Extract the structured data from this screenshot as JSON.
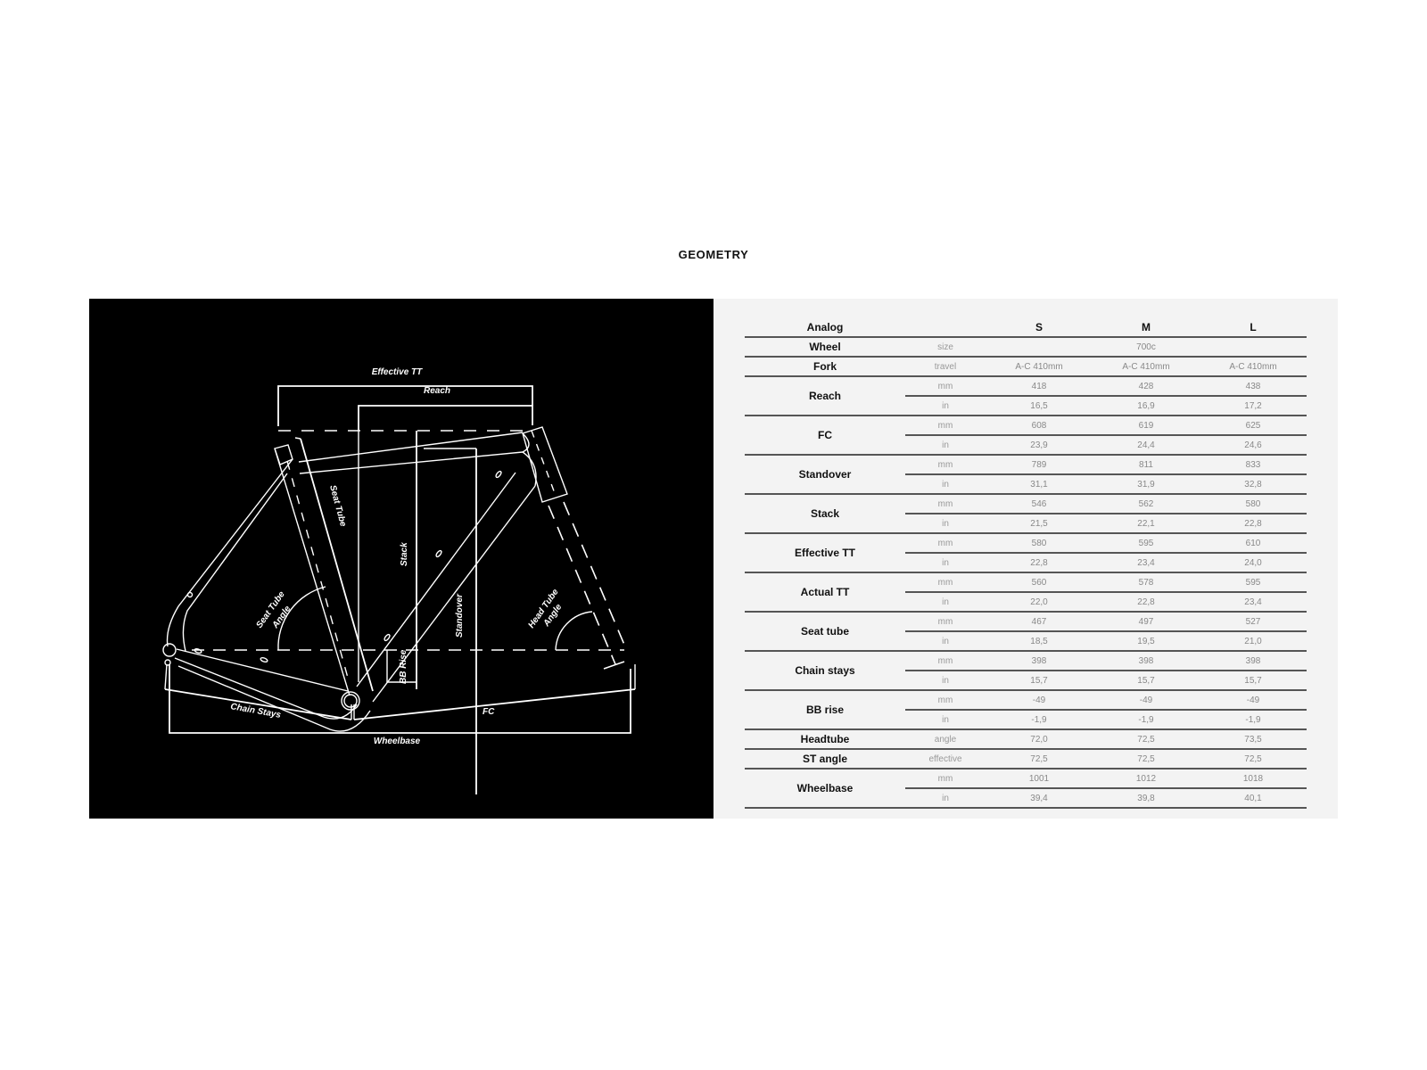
{
  "page": {
    "title": "GEOMETRY"
  },
  "diagram": {
    "labels": {
      "effective_tt": "Effective TT",
      "reach": "Reach",
      "seat_tube": "Seat Tube",
      "stack": "Stack",
      "standover": "Standover",
      "seat_tube_angle_1": "Seat Tube",
      "seat_tube_angle_2": "Angle",
      "head_tube_angle_1": "Head Tube",
      "head_tube_angle_2": "Angle",
      "bb_rise": "BB Rise",
      "chain_stays": "Chain Stays",
      "fc": "FC",
      "wheelbase": "Wheelbase"
    }
  },
  "table": {
    "header": {
      "label": "Analog",
      "unit": "",
      "sizes": [
        "S",
        "M",
        "L"
      ]
    },
    "wheel": {
      "label": "Wheel",
      "unit": "size",
      "value": "700c"
    },
    "fork": {
      "label": "Fork",
      "unit": "travel",
      "values": [
        "A-C 410mm",
        "A-C 410mm",
        "A-C 410mm"
      ]
    },
    "rows": [
      {
        "label": "Reach",
        "mm": [
          "418",
          "428",
          "438"
        ],
        "in": [
          "16,5",
          "16,9",
          "17,2"
        ]
      },
      {
        "label": "FC",
        "mm": [
          "608",
          "619",
          "625"
        ],
        "in": [
          "23,9",
          "24,4",
          "24,6"
        ]
      },
      {
        "label": "Standover",
        "mm": [
          "789",
          "811",
          "833"
        ],
        "in": [
          "31,1",
          "31,9",
          "32,8"
        ]
      },
      {
        "label": "Stack",
        "mm": [
          "546",
          "562",
          "580"
        ],
        "in": [
          "21,5",
          "22,1",
          "22,8"
        ]
      },
      {
        "label": "Effective TT",
        "mm": [
          "580",
          "595",
          "610"
        ],
        "in": [
          "22,8",
          "23,4",
          "24,0"
        ]
      },
      {
        "label": "Actual TT",
        "mm": [
          "560",
          "578",
          "595"
        ],
        "in": [
          "22,0",
          "22,8",
          "23,4"
        ]
      },
      {
        "label": "Seat tube",
        "mm": [
          "467",
          "497",
          "527"
        ],
        "in": [
          "18,5",
          "19,5",
          "21,0"
        ]
      },
      {
        "label": "Chain stays",
        "mm": [
          "398",
          "398",
          "398"
        ],
        "in": [
          "15,7",
          "15,7",
          "15,7"
        ]
      },
      {
        "label": "BB rise",
        "mm": [
          "-49",
          "-49",
          "-49"
        ],
        "in": [
          "-1,9",
          "-1,9",
          "-1,9"
        ]
      }
    ],
    "headtube": {
      "label": "Headtube",
      "unit": "angle",
      "values": [
        "72,0",
        "72,5",
        "73,5"
      ]
    },
    "st_angle": {
      "label": "ST angle",
      "unit": "effective",
      "values": [
        "72,5",
        "72,5",
        "72,5"
      ]
    },
    "wheelbase": {
      "label": "Wheelbase",
      "mm": [
        "1001",
        "1012",
        "1018"
      ],
      "in": [
        "39,4",
        "39,8",
        "40,1"
      ]
    },
    "units": {
      "mm": "mm",
      "in": "in"
    }
  }
}
